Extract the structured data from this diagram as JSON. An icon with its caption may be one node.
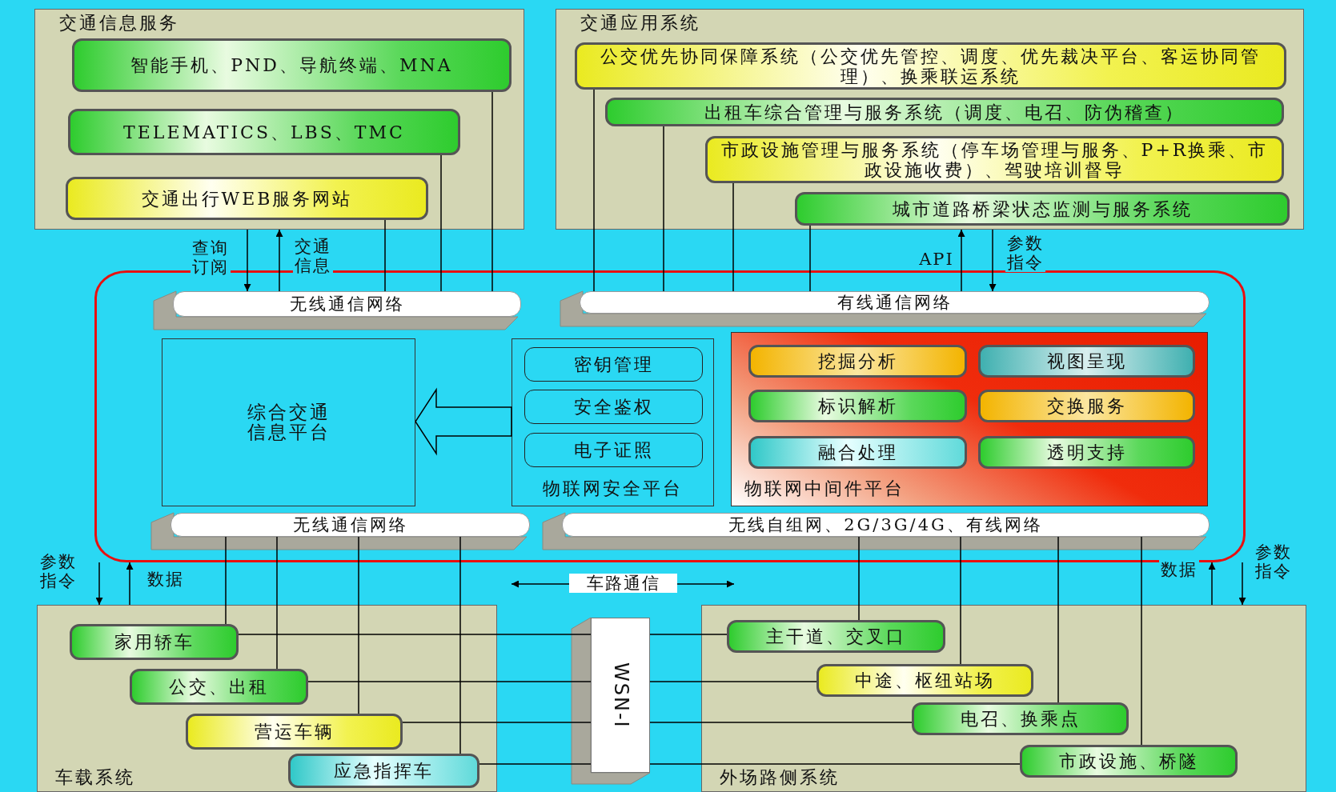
{
  "diagram": {
    "nodes": [
      {
        "text": [
          "交通信息服务"
        ]
      },
      {
        "text": [
          "智能手机、PND、导航终端、MNA"
        ],
        "in": 0
      },
      {
        "text": [
          "TELEMATICS、LBS、TMC"
        ],
        "in": 0
      },
      {
        "text": [
          "交通出行WEB服务网站"
        ],
        "in": 0
      },
      {
        "text": [
          "交通应用系统"
        ]
      },
      {
        "text": [
          "公交优先协同保障系统（公交优先管控、调度、优先裁决平台、客运协同管理）、换乘联运系统"
        ],
        "in": 4
      },
      {
        "text": [
          "出租车综合管理与服务系统（调度、电召、防伪稽查）"
        ],
        "in": 4
      },
      {
        "text": [
          "市政设施管理与服务系统（停车场管理与服务、P+R换乘、市政设施收费）、驾驶培训督导"
        ],
        "in": 4
      },
      {
        "text": [
          "城市道路桥梁状态监测与服务系统"
        ],
        "in": 4
      },
      {
        "text": [],
        "shape": "box"
      },
      {
        "text": [
          "无线通信网络"
        ],
        "in": 9
      },
      {
        "text": [
          "有线通信网络"
        ],
        "in": 9
      },
      {
        "text": [
          "综合交通信息平台"
        ],
        "in": 9
      },
      {
        "text": [
          "物联网安全平台"
        ],
        "in": 9
      },
      {
        "text": [
          "密钥管理"
        ],
        "in": 13
      },
      {
        "text": [
          "安全鉴权"
        ],
        "in": 13
      },
      {
        "text": [
          "电子证照"
        ],
        "in": 13
      },
      {
        "text": [
          "物联网中间件平台"
        ],
        "in": 9
      },
      {
        "text": [
          "挖掘分析"
        ],
        "in": 17
      },
      {
        "text": [
          "视图呈现"
        ],
        "in": 17
      },
      {
        "text": [
          "标识解析"
        ],
        "in": 17
      },
      {
        "text": [
          "交换服务"
        ],
        "in": 17
      },
      {
        "text": [
          "融合处理"
        ],
        "in": 17
      },
      {
        "text": [
          "透明支持"
        ],
        "in": 17
      },
      {
        "text": [
          "无线通信网络"
        ],
        "in": 9
      },
      {
        "text": [
          "无线自组网、2G/3G/4G、有线网络"
        ],
        "in": 9
      },
      {
        "text": [
          "车载系统"
        ]
      },
      {
        "text": [
          "家用轿车"
        ],
        "in": 26
      },
      {
        "text": [
          "公交、出租"
        ],
        "in": 26
      },
      {
        "text": [
          "营运车辆"
        ],
        "in": 26
      },
      {
        "text": [
          "应急指挥车"
        ],
        "in": 26
      },
      {
        "text": [
          "WSN-I"
        ]
      },
      {
        "text": [
          "外场路侧系统"
        ]
      },
      {
        "text": [
          "主干道、交叉口"
        ],
        "in": 32
      },
      {
        "text": [
          "中途、枢纽站场"
        ],
        "in": 32
      },
      {
        "text": [
          "电召、换乘点"
        ],
        "in": 32
      },
      {
        "text": [
          "市政设施、桥隧"
        ],
        "in": 32
      }
    ],
    "edges": [
      {
        "from": 0,
        "to": 10,
        "arrow": "to",
        "label": "查询订阅"
      },
      {
        "from": 10,
        "to": 0,
        "arrow": "to",
        "label": "交通信息"
      },
      {
        "from": 3,
        "to": 10,
        "arrow": "none"
      },
      {
        "from": 2,
        "to": 10,
        "arrow": "none"
      },
      {
        "from": 1,
        "to": 10,
        "arrow": "none"
      },
      {
        "from": 5,
        "to": 11,
        "arrow": "none"
      },
      {
        "from": 6,
        "to": 11,
        "arrow": "none"
      },
      {
        "from": 7,
        "to": 11,
        "arrow": "none"
      },
      {
        "from": 8,
        "to": 11,
        "arrow": "none"
      },
      {
        "from": 11,
        "to": 4,
        "arrow": "to",
        "label": "API"
      },
      {
        "from": 4,
        "to": 11,
        "arrow": "to",
        "label": "参数指令"
      },
      {
        "from": 13,
        "to": 12,
        "arrow": "to",
        "style": "thick"
      },
      {
        "from": 9,
        "to": 26,
        "arrow": "to",
        "label": "参数指令"
      },
      {
        "from": 26,
        "to": 9,
        "arrow": "to",
        "label": "数据"
      },
      {
        "from": 24,
        "to": 27,
        "arrow": "none"
      },
      {
        "from": 24,
        "to": 28,
        "arrow": "none"
      },
      {
        "from": 24,
        "to": 29,
        "arrow": "none"
      },
      {
        "from": 24,
        "to": 30,
        "arrow": "none"
      },
      {
        "from": 25,
        "to": 33,
        "arrow": "none"
      },
      {
        "from": 25,
        "to": 34,
        "arrow": "none"
      },
      {
        "from": 25,
        "to": 35,
        "arrow": "none"
      },
      {
        "from": 25,
        "to": 36,
        "arrow": "none"
      },
      {
        "from": 32,
        "to": 9,
        "arrow": "to",
        "label": "数据"
      },
      {
        "from": 9,
        "to": 32,
        "arrow": "to",
        "label": "参数指令"
      },
      {
        "from": 27,
        "to": 31,
        "arrow": "none"
      },
      {
        "from": 31,
        "to": 33,
        "arrow": "none"
      },
      {
        "from": 28,
        "to": 31,
        "arrow": "none"
      },
      {
        "from": 31,
        "to": 34,
        "arrow": "none"
      },
      {
        "from": 29,
        "to": 31,
        "arrow": "none"
      },
      {
        "from": 31,
        "to": 35,
        "arrow": "none"
      },
      {
        "from": 30,
        "to": 31,
        "arrow": "none"
      },
      {
        "from": 31,
        "to": 36,
        "arrow": "none"
      },
      {
        "from": 26,
        "to": 32,
        "arrow": "both",
        "label": "车路通信"
      }
    ]
  }
}
